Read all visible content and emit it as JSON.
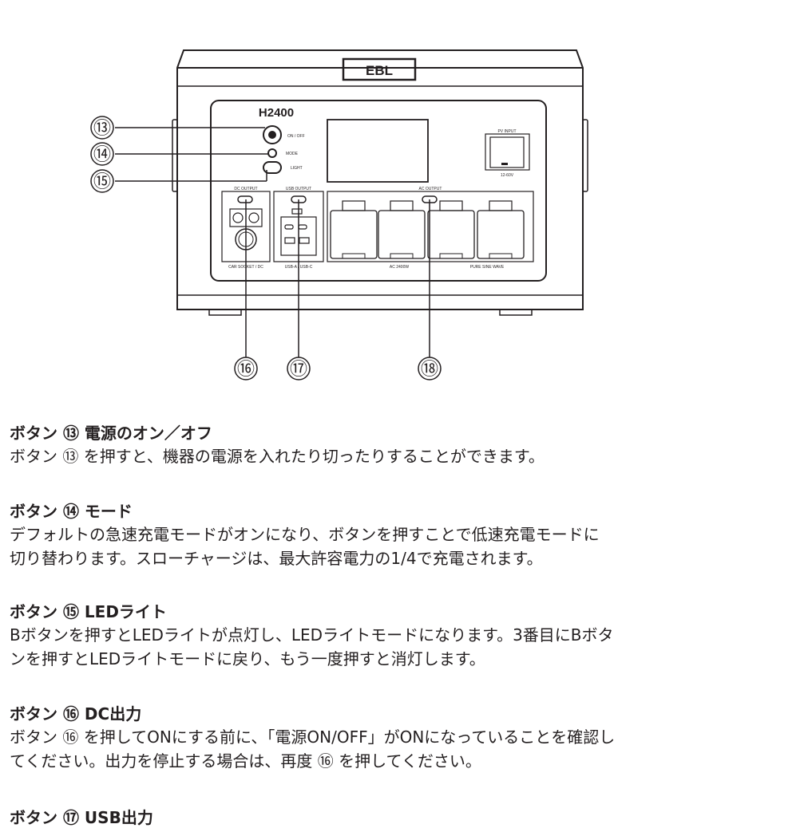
{
  "device": {
    "brand": "EBL",
    "model": "H2400",
    "button_labels": {
      "power": "ON / OFF",
      "mode": "MODE",
      "light": "LIGHT"
    },
    "panels": {
      "pv_input": "PV INPUT",
      "pv_spec": "12-60V",
      "dc_output": "DC OUTPUT",
      "dc_spec": "CAR SOCKET / DC",
      "usb_output": "USB OUTPUT",
      "usb_spec": "USB-A / USB-C",
      "ac_output": "AC OUTPUT",
      "ac_spec": "AC 2400W",
      "ac_wave": "PURE SINE WAVE"
    },
    "callouts": [
      "⑬",
      "⑭",
      "⑮",
      "⑯",
      "⑰",
      "⑱"
    ]
  },
  "sections": [
    {
      "heading": "ボタン ⑬ 電源のオン／オフ",
      "body": "ボタン ⑬ を押すと、機器の電源を入れたり切ったりすることができます。"
    },
    {
      "heading": "ボタン ⑭ モード",
      "body": "デフォルトの急速充電モードがオンになり、ボタンを押すことで低速充電モードに\n切り替わります。スローチャージは、最大許容電力の1/4で充電されます。"
    },
    {
      "heading": "ボタン ⑮ LEDライト",
      "body": "Bボタンを押すとLEDライトが点灯し、LEDライトモードになります。3番目にBボタ\nンを押すとLEDライトモードに戻り、もう一度押すと消灯します。"
    },
    {
      "heading": "ボタン ⑯ DC出力",
      "body": "ボタン ⑯ を押してONにする前に、「電源ON/OFF」がONになっていることを確認し\nてください。出力を停止する場合は、再度 ⑯ を押してください。"
    },
    {
      "heading": "ボタン ⑰ USB出力",
      "body": ""
    }
  ]
}
